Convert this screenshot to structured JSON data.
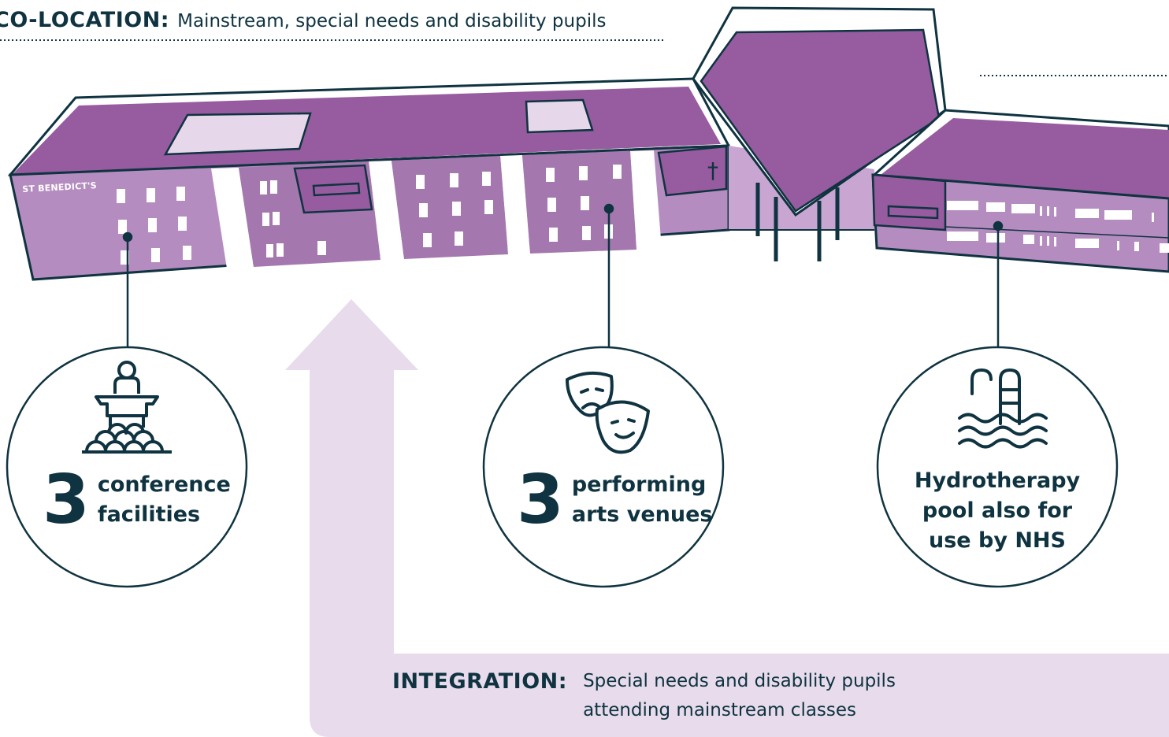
{
  "header": {
    "key": "CO-LOCATION:",
    "text": "Mainstream, special needs and disability pupils"
  },
  "building": {
    "sign": "ST BENEDICT'S",
    "cross": "†"
  },
  "stats": [
    {
      "number": "3",
      "text": "conference\nfacilities",
      "icon": "conference-podium-icon"
    },
    {
      "number": "3",
      "text": "performing\narts venues",
      "icon": "theatre-masks-icon"
    },
    {
      "number": "",
      "text": "Hydrotherapy\npool also for\nuse by NHS",
      "icon": "swimming-pool-icon"
    }
  ],
  "integration": {
    "key": "INTEGRATION:",
    "text": "Special needs and disability pupils\nattending mainstream classes"
  },
  "colors": {
    "dark": "#0f3340",
    "roof": "#975b9f",
    "wall": "#b58cc0",
    "light": "#e6d8ea",
    "arrow": "#e8dcec"
  }
}
